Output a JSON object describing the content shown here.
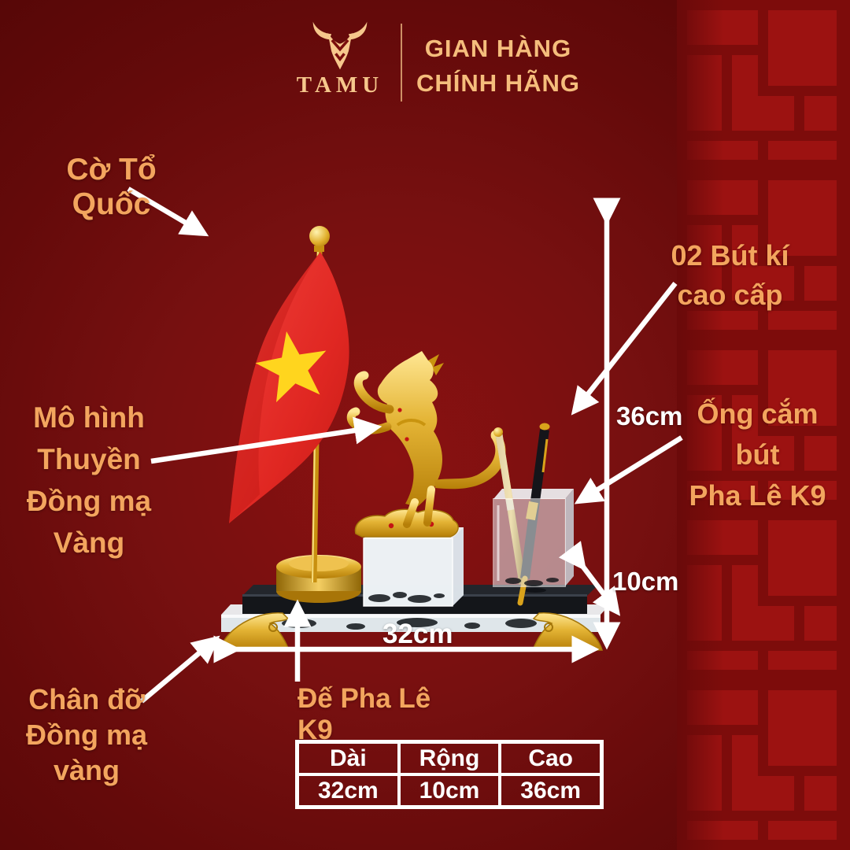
{
  "brand": {
    "name": "TAMU",
    "tagline": [
      "GIAN HÀNG",
      "CHÍNH HÃNG"
    ]
  },
  "callouts": {
    "flag": "Cờ Tổ Quốc",
    "model": [
      "Mô hình",
      "Thuyền",
      "Đồng mạ",
      "Vàng"
    ],
    "pens": [
      "02 Bút kí",
      "cao cấp"
    ],
    "pen_holder": [
      "Ống cắm bút",
      "Pha Lê K9"
    ],
    "base": "Đế Pha Lê K9",
    "feet": [
      "Chân đỡ",
      "Đồng mạ",
      "vàng"
    ]
  },
  "dimensions": {
    "height": "36cm",
    "width": "10cm",
    "length": "32cm"
  },
  "spec_table": {
    "headers": [
      "Dài",
      "Rộng",
      "Cao"
    ],
    "values": [
      "32cm",
      "10cm",
      "36cm"
    ]
  },
  "icons": {
    "logo": "bull-icon"
  },
  "colors": {
    "background": "#6F0B0B",
    "pattern_panel": "#9C1211",
    "pattern_line": "#7D0C0B",
    "gold_text": "#F3A55E",
    "logo_gold": "#F6C78C",
    "white": "#FFFFFF",
    "flag_red": "#E8302B",
    "star_yellow": "#FFD51E",
    "metal_gold": "#D9A21B"
  }
}
